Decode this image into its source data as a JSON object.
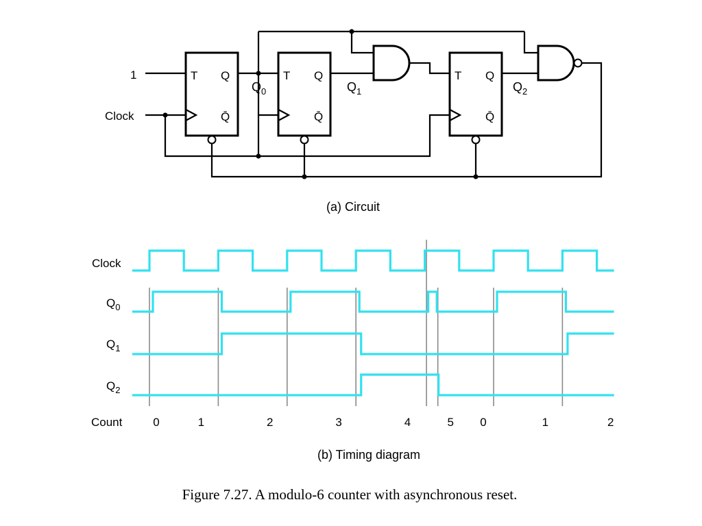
{
  "circuit": {
    "caption": "(a) Circuit",
    "input_one": "1",
    "clock_label": "Clock",
    "ff_t": "T",
    "ff_q": "Q",
    "ff_qbar": "Q̄",
    "q0": {
      "base": "Q",
      "sub": "0"
    },
    "q1": {
      "base": "Q",
      "sub": "1"
    },
    "q2": {
      "base": "Q",
      "sub": "2"
    }
  },
  "timing": {
    "caption": "(b) Timing diagram",
    "count_label": "Count",
    "signals": [
      {
        "id": "clock",
        "label": "Clock",
        "sub": ""
      },
      {
        "id": "q0",
        "label": "Q",
        "sub": "0"
      },
      {
        "id": "q1",
        "label": "Q",
        "sub": "1"
      },
      {
        "id": "q2",
        "label": "Q",
        "sub": "2"
      }
    ],
    "count_values": [
      {
        "text": "0",
        "t": 0.2
      },
      {
        "text": "1",
        "t": 1.5
      },
      {
        "text": "2",
        "t": 3.5
      },
      {
        "text": "3",
        "t": 5.5
      },
      {
        "text": "4",
        "t": 7.5
      },
      {
        "text": "5",
        "t": 8.75
      },
      {
        "text": "0",
        "t": 9.7
      },
      {
        "text": "1",
        "t": 11.5
      },
      {
        "text": "2",
        "t": 13.4
      }
    ]
  },
  "chart_data": {
    "type": "line",
    "title": "(b) Timing diagram",
    "time_range": [
      -0.5,
      13.5
    ],
    "time_unit": "clock half-periods",
    "markers": [
      0,
      2,
      4,
      6,
      8.05,
      8.38,
      10,
      12
    ],
    "series": [
      {
        "name": "Clock",
        "initial": 0,
        "transitions": [
          0,
          1,
          2,
          3,
          4,
          5,
          6,
          7,
          8,
          9,
          10,
          11,
          12,
          13
        ]
      },
      {
        "name": "Q0",
        "initial": 0,
        "transitions": [
          0.1,
          2.1,
          4.1,
          6.1,
          8.1,
          8.35,
          10.1,
          12.1
        ]
      },
      {
        "name": "Q1",
        "initial": 0,
        "transitions": [
          2.1,
          6.15,
          12.15
        ]
      },
      {
        "name": "Q2",
        "initial": 0,
        "transitions": [
          6.15,
          8.4
        ]
      }
    ]
  },
  "figure_caption": "Figure 7.27.  A modulo-6 counter with asynchronous reset.",
  "colors": {
    "waveform": "#33e1ef",
    "marker": "#8a8a8a",
    "line": "#000000"
  }
}
